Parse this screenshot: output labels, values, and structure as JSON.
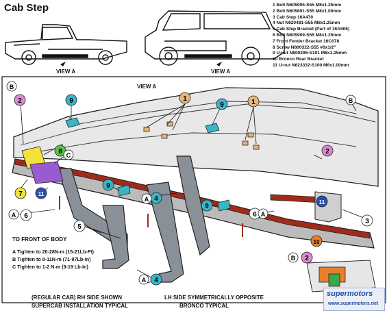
{
  "title": "Cab Step",
  "parts": [
    "1 Bolt  N605905-S55  M8x1.25mm",
    "2 Bolt  N605891-S55  M8x1.00mm",
    "3 Cab Step  16A470",
    "4 Nut  N620481-S55  M8x1.25mm",
    "5 Cab Step Bracket (Part of 16A506)",
    "6 Bolt  N605909-S55  M8x1.25mm",
    "7 Front Fender Bracket  16C078",
    "8 Screw  N800322-S55  #6x1/2\"",
    "9 U-nut  N800296-S101  M8x1.25mm",
    "10 Bronco Rear Bracket",
    "11 U-nut  N623332-S100  M6x1.00mm"
  ],
  "view_labels": {
    "left_truck": "VIEW A",
    "right_truck": "VIEW A",
    "detail": "VIEW A"
  },
  "front_label": "TO FRONT OF BODY",
  "notes": [
    "A Tighten to 20-28N-m (15-21Lb-Ft)",
    "B Tighten to 8-11N-m (71-97Lb-In)",
    "C Tighten to 1-2 N-m (9-19 Lb-In)"
  ],
  "captions": {
    "regular_cab": "(REGULAR CAB) RH SIDE SHOWN",
    "supercab": "SUPERCAB INSTALLATION TYPICAL",
    "lh_side": "LH SIDE SYMMETRICALLY OPPOSITE",
    "bronco": "BRONCO TYPICAL"
  },
  "callouts": [
    "1",
    "2",
    "3",
    "4",
    "5",
    "6",
    "7",
    "8",
    "9",
    "10",
    "11",
    "A",
    "B",
    "C"
  ],
  "watermark": {
    "brand": "supermotors",
    "url": "www.supermotors.net"
  },
  "colors": {
    "bolt": "#e8b478",
    "bolt_2": "#d98ad0",
    "unut": "#38b6c8",
    "unut_11": "#2a4fb0",
    "bracket_7": "#f2e23a",
    "screw_8": "#5ec24a",
    "bronco_bracket_10": "#e87f2c",
    "step": "#a02a1a",
    "bracket": "#7a8088"
  }
}
